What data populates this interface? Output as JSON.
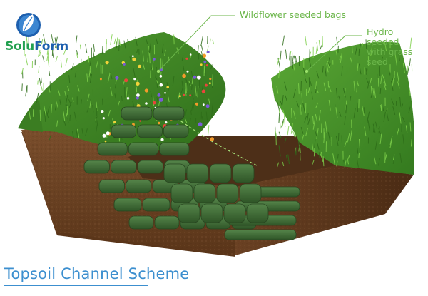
{
  "logo": {
    "name_part_1": "Solu",
    "name_part_2": "Form",
    "icon": "leaf-globe-icon",
    "colors": {
      "green": "#22a04f",
      "blue": "#1d5fae"
    }
  },
  "callouts": [
    {
      "id": "bags",
      "text": "Wildflower seeded bags"
    },
    {
      "id": "hydro",
      "line_1": "Hydro seeded",
      "line_2": "with grass seed"
    }
  ],
  "caption": "Topsoil Channel Scheme",
  "colors": {
    "callout": "#6bb64a",
    "caption": "#3c8fcf",
    "soil": "#6b4326",
    "grass": "#3f8a22",
    "bag": "#3e6b34"
  }
}
